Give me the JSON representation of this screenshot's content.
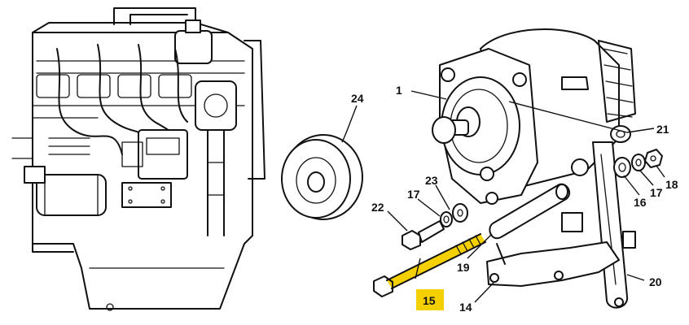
{
  "diagram": {
    "highlight_color": "#f5d000",
    "highlighted_part": "15",
    "callouts": {
      "c1": "1",
      "c14": "14",
      "c15": "15",
      "c16": "16",
      "c17a": "17",
      "c17b": "17",
      "c18": "18",
      "c19": "19",
      "c20": "20",
      "c21": "21",
      "c22": "22",
      "c23": "23",
      "c24": "24"
    }
  }
}
